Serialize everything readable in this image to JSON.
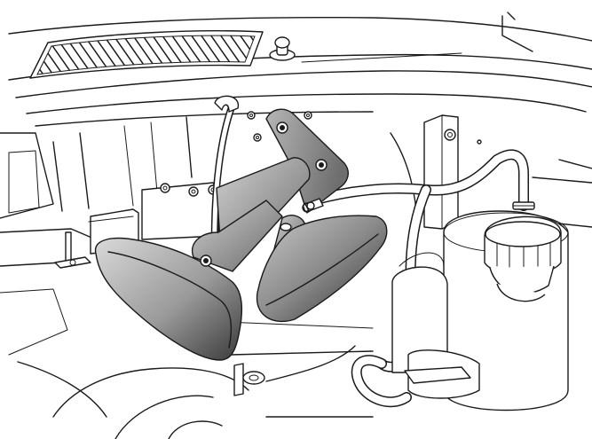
{
  "illustration": {
    "background_color": "#ffffff",
    "line_color": "#1a1a1a",
    "metal_light": "#d9d9d9",
    "metal_mid": "#9a9a9a",
    "metal_dark": "#3a3a3a",
    "parts": [
      "hood-vent-grille",
      "hood-release-knob",
      "horn-mounting-bracket",
      "horn-left",
      "horn-right",
      "horn-wire",
      "washer-fluid-hose",
      "fluid-reservoir",
      "reservoir-cap",
      "hose-clamp"
    ]
  }
}
